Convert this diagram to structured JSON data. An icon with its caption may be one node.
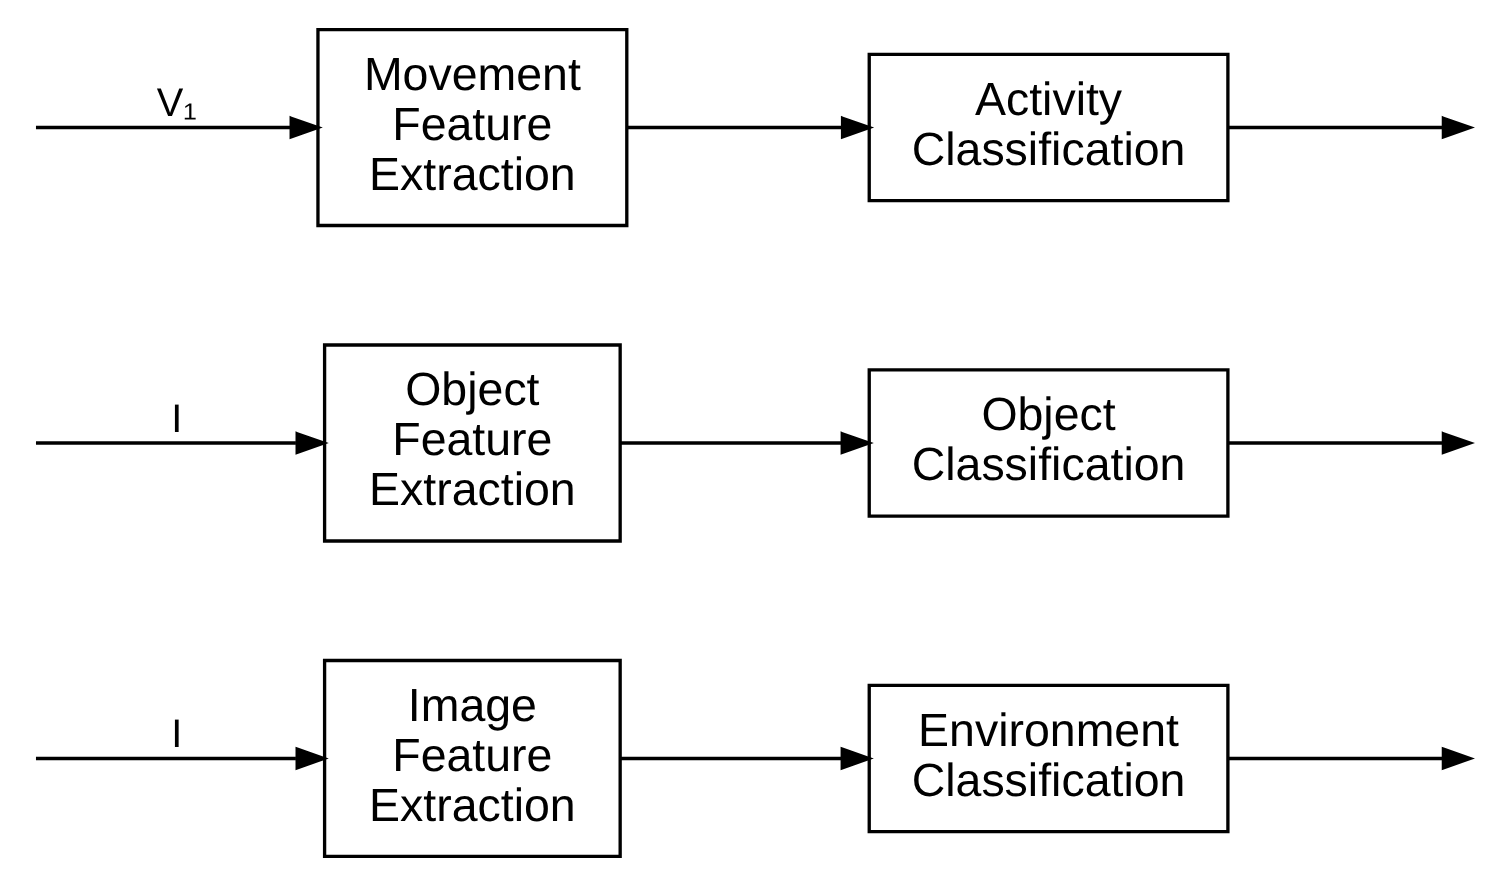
{
  "diagram": {
    "nodes": [
      {
        "text": [
          "Image Feature Extraction"
        ]
      },
      {
        "text": [
          "Environment Classification"
        ]
      },
      {
        "text": [
          "Object Feature Extraction"
        ]
      },
      {
        "text": [
          "Object Classification"
        ]
      },
      {
        "text": [
          "Movement Feature Extraction"
        ]
      },
      {
        "text": [
          "Activity Classification"
        ]
      }
    ],
    "edges": [
      {
        "from": null,
        "to": 0,
        "arrow": "to",
        "label": "I"
      },
      {
        "from": 0,
        "to": 1,
        "arrow": "to"
      },
      {
        "from": 1,
        "to": null,
        "arrow": "to"
      },
      {
        "from": null,
        "to": 2,
        "arrow": "to",
        "label": "I"
      },
      {
        "from": 2,
        "to": 3,
        "arrow": "to"
      },
      {
        "from": 3,
        "to": null,
        "arrow": "to"
      },
      {
        "from": null,
        "to": 4,
        "arrow": "to",
        "label": "V₁"
      },
      {
        "from": 4,
        "to": 5,
        "arrow": "to"
      },
      {
        "from": 5,
        "to": null,
        "arrow": "to"
      }
    ]
  }
}
